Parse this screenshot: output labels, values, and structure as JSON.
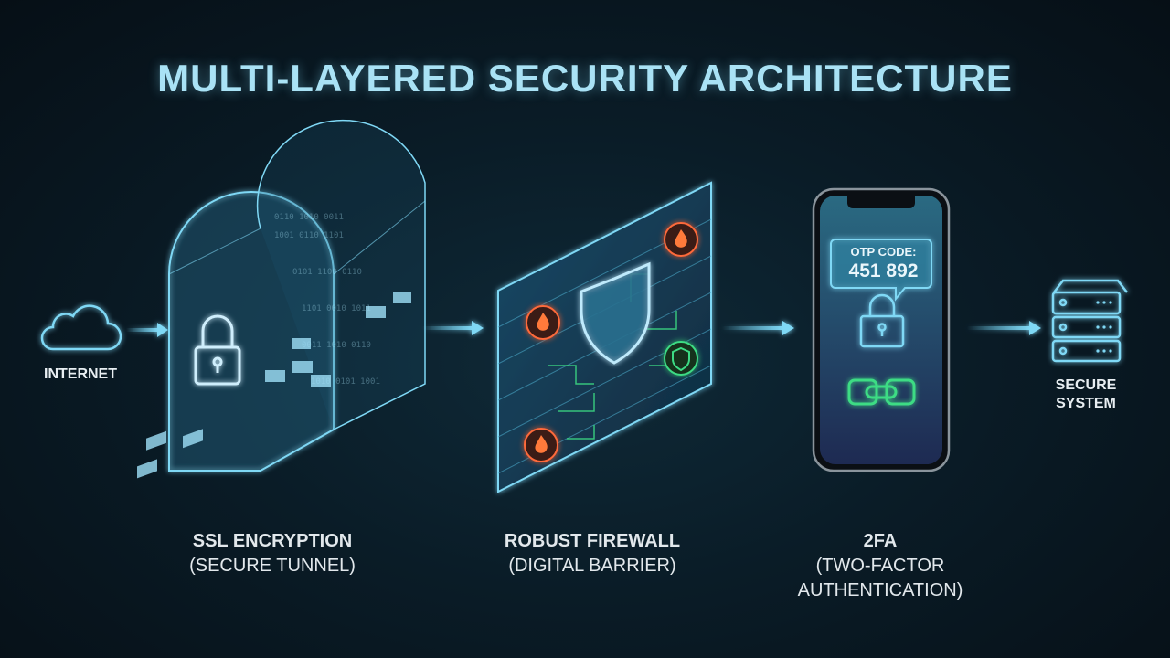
{
  "title": "MULTI-LAYERED SECURITY ARCHITECTURE",
  "nodes": {
    "internet": {
      "label": "INTERNET",
      "icon": "cloud-icon"
    },
    "secure_system": {
      "label_line1": "SECURE",
      "label_line2": "SYSTEM",
      "icon": "server-icon"
    }
  },
  "layers": [
    {
      "title": "SSL ENCRYPTION",
      "subtitle": "(SECURE TUNNEL)",
      "icon": "tunnel-icon"
    },
    {
      "title": "ROBUST FIREWALL",
      "subtitle": "(DIGITAL BARRIER)",
      "icon": "firewall-icon"
    },
    {
      "title": "2FA",
      "subtitle_line1": "(TWO-FACTOR",
      "subtitle_line2": "AUTHENTICATION)",
      "icon": "phone-icon"
    }
  ],
  "phone": {
    "otp_label": "OTP CODE:",
    "otp_value": "451 892"
  },
  "colors": {
    "accent": "#6fd0f0",
    "title": "#a9e2f5",
    "fire": "#ff6a3a",
    "green": "#3ddc84"
  }
}
